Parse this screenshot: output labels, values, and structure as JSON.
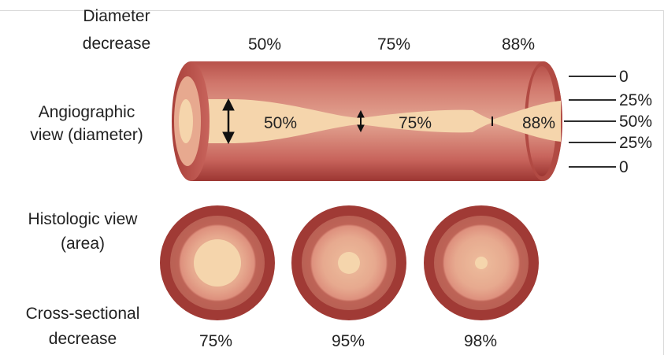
{
  "labels": {
    "diameter_decrease": [
      "Diameter",
      "decrease"
    ],
    "angiographic_view": [
      "Angiographic",
      "view (diameter)"
    ],
    "histologic_view": [
      "Histologic view",
      "(area)"
    ],
    "cross_sectional_decrease": [
      "Cross-sectional",
      "decrease"
    ]
  },
  "diameter_decrease_values": [
    "50%",
    "75%",
    "88%"
  ],
  "lumen_labels": [
    "50%",
    "75%",
    "88%"
  ],
  "scale_ticks": [
    "0",
    "25%",
    "50%",
    "25%",
    "0"
  ],
  "cross_sectional_values": [
    "75%",
    "95%",
    "98%"
  ],
  "colors": {
    "vessel_wall_dark": "#a03a35",
    "vessel_wall": "#c8645c",
    "intima": "#e7a98f",
    "lumen": "#f5d5ac"
  }
}
